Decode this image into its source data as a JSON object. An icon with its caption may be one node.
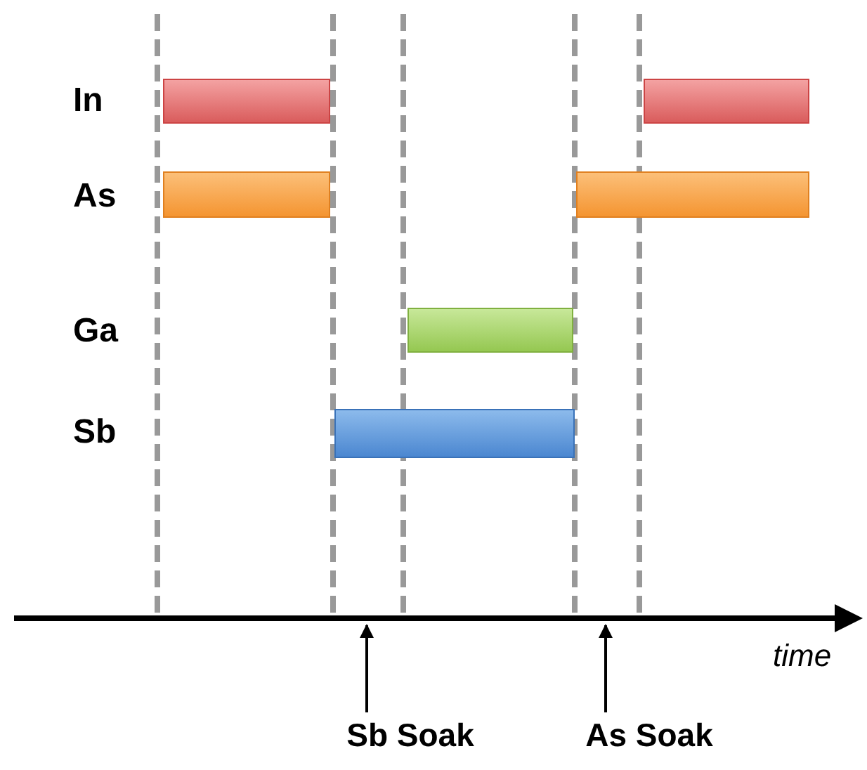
{
  "diagram": {
    "nodes": [
      {
        "text": [],
        "shape": "bar"
      },
      {
        "text": [],
        "shape": "bar"
      },
      {
        "text": [],
        "shape": "bar"
      },
      {
        "text": [],
        "shape": "bar"
      },
      {
        "text": [],
        "shape": "bar"
      },
      {
        "text": [],
        "shape": "bar"
      },
      {
        "text": [],
        "shape": "arrow",
        "beside": [
          "time"
        ]
      },
      {
        "text": [
          "Sb Soak"
        ]
      },
      {
        "text": [
          "As Soak"
        ]
      }
    ],
    "edges": [
      {
        "from": 7,
        "to": 6,
        "arrow": "to"
      },
      {
        "from": 8,
        "to": 6,
        "arrow": "to"
      }
    ],
    "labels": [
      "In",
      "As",
      "Ga",
      "Sb"
    ]
  }
}
